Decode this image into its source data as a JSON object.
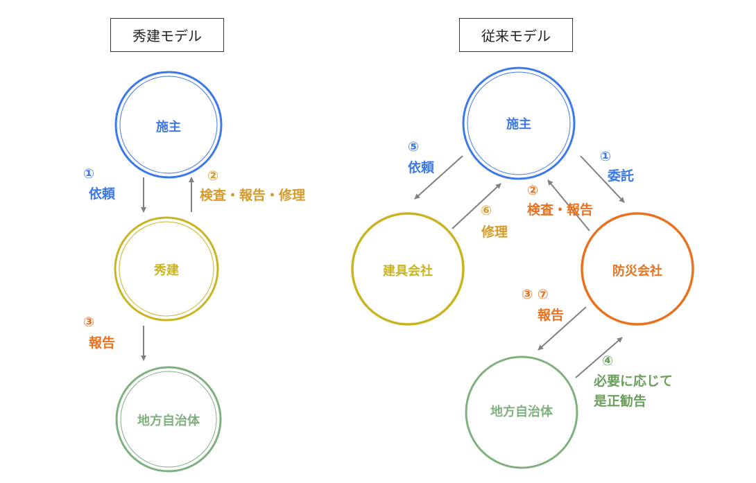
{
  "colors": {
    "blue": "#3b78e8",
    "yellow": "#c9b422",
    "green": "#7fb17f",
    "orange": "#e8721f",
    "tan": "#d49a2a",
    "arrow": "#808080"
  },
  "left_model": {
    "title": "秀建モデル",
    "nodes": {
      "owner": "施主",
      "shuken": "秀建",
      "local_gov": "地方自治体"
    },
    "edges": {
      "request_num": "①",
      "request_label": "依頼",
      "inspect_num": "②",
      "inspect_label": "検査・報告・修理",
      "report_num": "③",
      "report_label": "報告"
    }
  },
  "right_model": {
    "title": "従来モデル",
    "nodes": {
      "owner": "施主",
      "fixture_co": "建具会社",
      "disaster_co": "防災会社",
      "local_gov": "地方自治体"
    },
    "edges": {
      "request_num": "⑤",
      "request_label": "依頼",
      "repair_num": "⑥",
      "repair_label": "修理",
      "entrust_num": "①",
      "entrust_label": "委託",
      "inspect_num": "②",
      "inspect_label": "検査・報告",
      "report_nums": "③ ⑦",
      "report_label": "報告",
      "advice_num": "④",
      "advice_label_line1": "必要に応じて",
      "advice_label_line2": "是正勧告"
    }
  }
}
